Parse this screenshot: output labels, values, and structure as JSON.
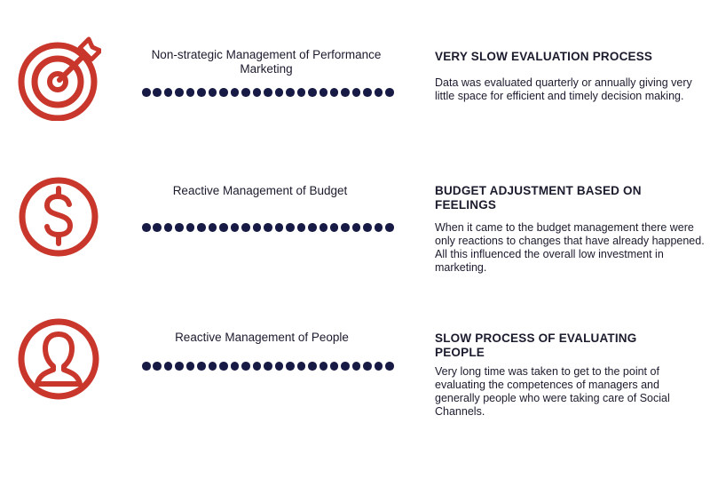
{
  "accent_color": "#c9362b",
  "dot_color": "#171a45",
  "rows": [
    {
      "icon": "target-arrow-icon",
      "label": "Non-strategic Management of Performance Marketing",
      "heading": "VERY SLOW EVALUATION PROCESS",
      "description": "Data was evaluated quarterly or annually giving very little space for efficient and timely decision making."
    },
    {
      "icon": "dollar-icon",
      "label": "Reactive Management of Budget",
      "heading": "BUDGET ADJUSTMENT BASED ON FEELINGS",
      "description": "When it came to the budget management there were only reactions to changes that have already happened. All this influenced the overall low investment in marketing."
    },
    {
      "icon": "person-icon",
      "label": "Reactive Management of  People",
      "heading": "SLOW PROCESS OF EVALUATING PEOPLE",
      "description": "Very long time was taken to get to the point of evaluating the competences of managers and generally people who were taking care of Social Channels."
    }
  ]
}
